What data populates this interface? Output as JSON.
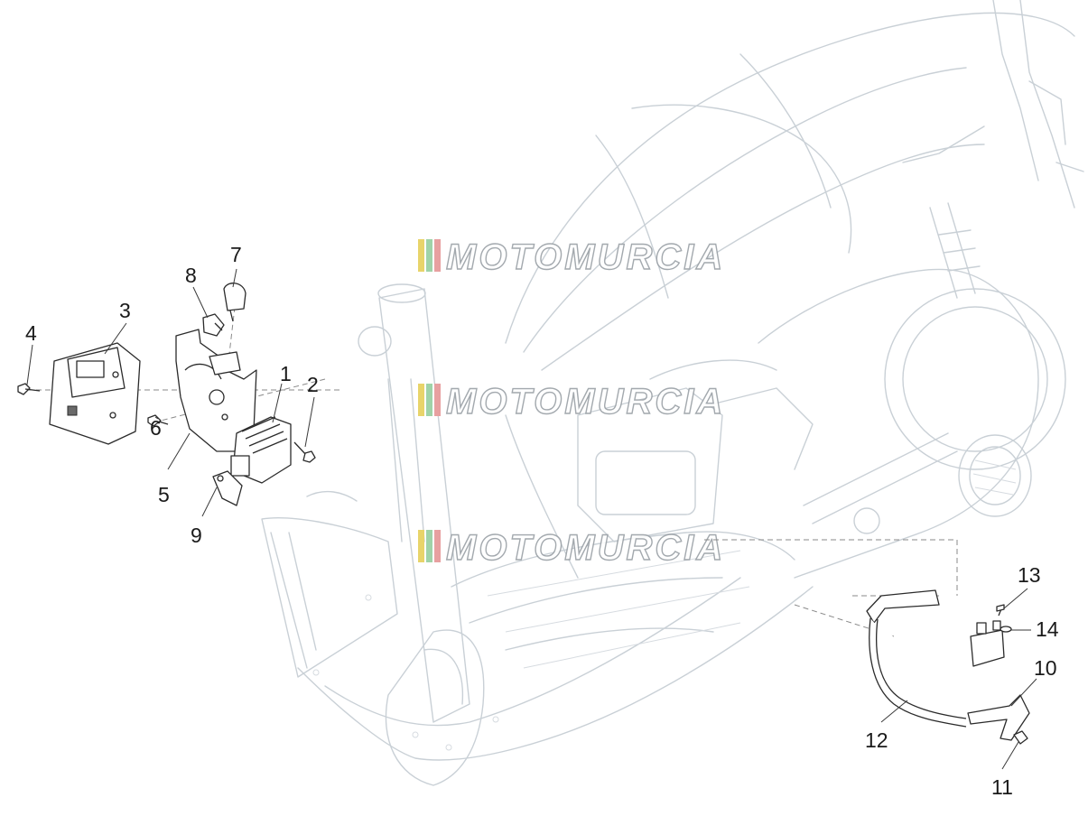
{
  "callouts": {
    "c1": "1",
    "c2": "2",
    "c3": "3",
    "c4": "4",
    "c5": "5",
    "c6": "6",
    "c7": "7",
    "c8": "8",
    "c9": "9",
    "c10": "10",
    "c11": "11",
    "c12": "12",
    "c13": "13",
    "c14": "14"
  },
  "watermark": {
    "text": "MOTOMURCIA",
    "stripe_colors": [
      "#e8d46a",
      "#9fd3a8",
      "#e7a0a0"
    ]
  },
  "colors": {
    "line_art": "#2b2b2b",
    "ghost_outline": "#c9d0d6"
  }
}
